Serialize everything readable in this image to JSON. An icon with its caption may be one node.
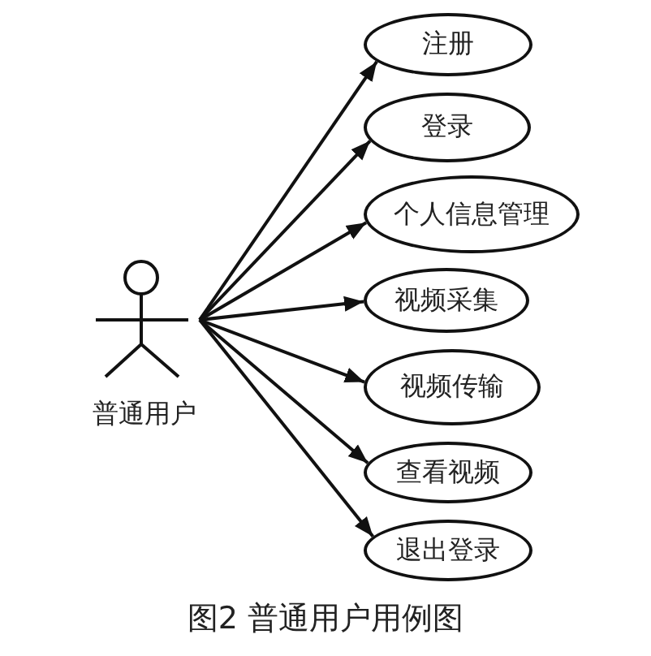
{
  "diagram": {
    "caption": "图2 普通用户用例图",
    "nodes": [
      {
        "text": [
          "普通用户"
        ]
      },
      {
        "text": [
          "注册"
        ]
      },
      {
        "text": [
          "登录"
        ]
      },
      {
        "text": [
          "个人信息管理"
        ]
      },
      {
        "text": [
          "视频采集"
        ]
      },
      {
        "text": [
          "视频传输"
        ]
      },
      {
        "text": [
          "查看视频"
        ]
      },
      {
        "text": [
          "退出登录"
        ]
      }
    ],
    "edges": [
      {
        "from": 0,
        "to": 1,
        "arrow": "to"
      },
      {
        "from": 0,
        "to": 2,
        "arrow": "to"
      },
      {
        "from": 0,
        "to": 3,
        "arrow": "to"
      },
      {
        "from": 0,
        "to": 4,
        "arrow": "to"
      },
      {
        "from": 0,
        "to": 5,
        "arrow": "to"
      },
      {
        "from": 0,
        "to": 6,
        "arrow": "to"
      },
      {
        "from": 0,
        "to": 7,
        "arrow": "to"
      }
    ]
  }
}
